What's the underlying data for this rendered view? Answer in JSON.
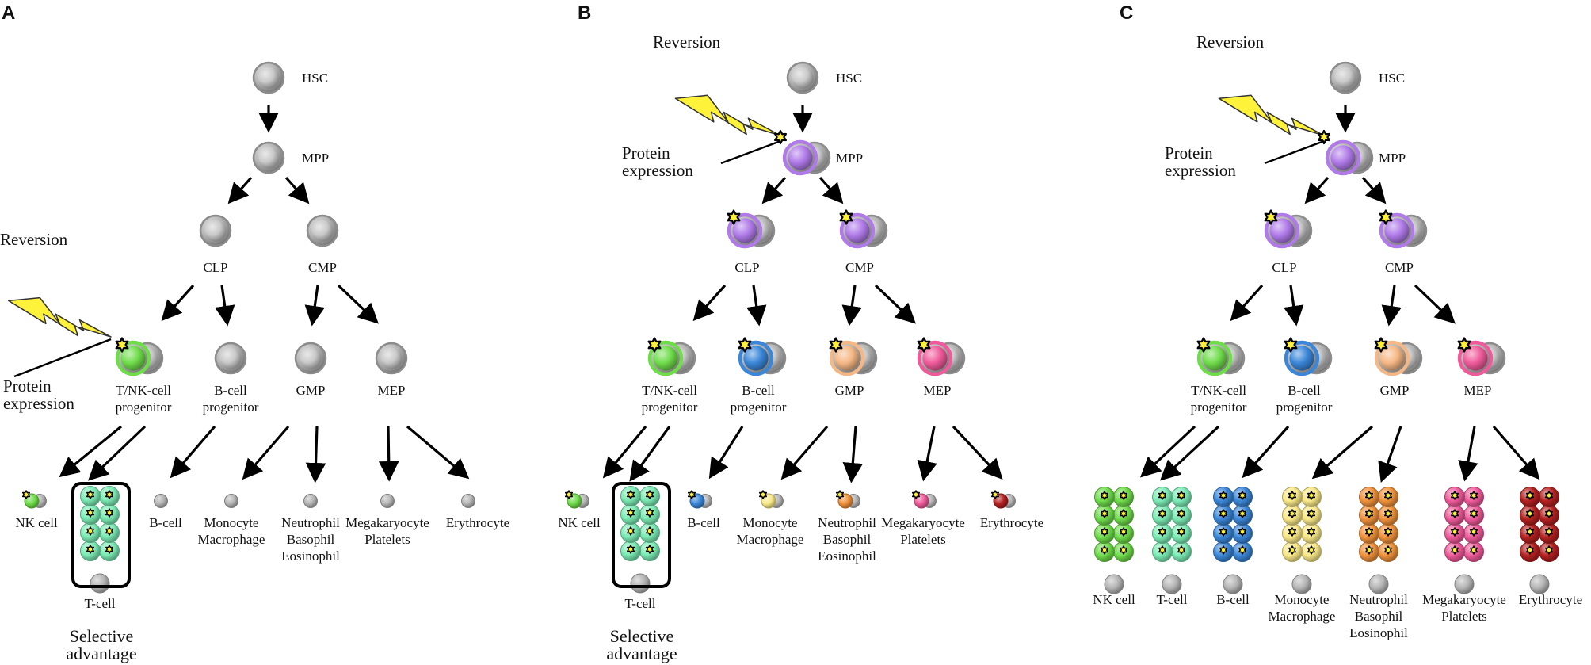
{
  "panels": [
    {
      "letter": "A",
      "hsc": "HSC",
      "mpp": "MPP",
      "clp": "CLP",
      "cmp": "CMP",
      "tnk": [
        "T/NK-cell",
        "progenitor"
      ],
      "bprog": [
        "B-cell",
        "progenitor"
      ],
      "gmp": "GMP",
      "mep": "MEP",
      "reversion": "Reversion",
      "protein": [
        "Protein",
        "expression"
      ],
      "nk": "NK cell",
      "tcell": "T-cell",
      "bcell": "B-cell",
      "mono": [
        "Monocyte",
        "Macrophage"
      ],
      "neut": [
        "Neutrophil",
        "Basophil",
        "Eosinophil"
      ],
      "mega": [
        "Megakaryocyte",
        "Platelets"
      ],
      "ery": "Erythrocyte",
      "selective": [
        "Selective",
        "advantage"
      ]
    },
    {
      "letter": "B",
      "hsc": "HSC",
      "mpp": "MPP",
      "clp": "CLP",
      "cmp": "CMP",
      "tnk": [
        "T/NK-cell",
        "progenitor"
      ],
      "bprog": [
        "B-cell",
        "progenitor"
      ],
      "gmp": "GMP",
      "mep": "MEP",
      "reversion": "Reversion",
      "protein": [
        "Protein",
        "expression"
      ],
      "nk": "NK cell",
      "tcell": "T-cell",
      "bcell": "B-cell",
      "mono": [
        "Monocyte",
        "Macrophage"
      ],
      "neut": [
        "Neutrophil",
        "Basophil",
        "Eosinophil"
      ],
      "mega": [
        "Megakaryocyte",
        "Platelets"
      ],
      "ery": "Erythrocyte",
      "selective": [
        "Selective",
        "advantage"
      ]
    },
    {
      "letter": "C",
      "hsc": "HSC",
      "mpp": "MPP",
      "clp": "CLP",
      "cmp": "CMP",
      "tnk": [
        "T/NK-cell",
        "progenitor"
      ],
      "bprog": [
        "B-cell",
        "progenitor"
      ],
      "gmp": "GMP",
      "mep": "MEP",
      "reversion": "Reversion",
      "protein": [
        "Protein",
        "expression"
      ],
      "nk": "NK cell",
      "tcell": "T-cell",
      "bcell": "B-cell",
      "mono": [
        "Monocyte",
        "Macrophage"
      ],
      "neut": [
        "Neutrophil",
        "Basophil",
        "Eosinophil"
      ],
      "mega": [
        "Megakaryocyte",
        "Platelets"
      ],
      "ery": "Erythrocyte"
    }
  ],
  "colors": {
    "gray": "#b5b5b5",
    "purple": "#b07ae8",
    "green": "#6fdc4a",
    "blue": "#3a86d8",
    "peach": "#f5b784",
    "pink": "#ef5a9a",
    "tcell": "#7bebb4",
    "yellow": "#f8e887",
    "orange": "#f0913a",
    "red": "#b42020",
    "bolt": "#fff23a"
  }
}
